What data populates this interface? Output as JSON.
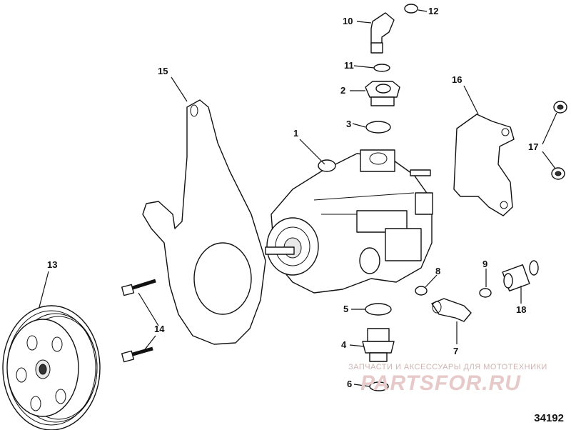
{
  "figure_number": "34192",
  "watermark": {
    "caption": "ЗАПЧАСТИ И АКСЕССУАРЫ ДЛЯ МОТОТЕХНИКИ",
    "logo": "PARTSFOR.RU"
  },
  "callouts": [
    {
      "id": "c1",
      "label": "1"
    },
    {
      "id": "c2",
      "label": "2"
    },
    {
      "id": "c3",
      "label": "3"
    },
    {
      "id": "c4",
      "label": "4"
    },
    {
      "id": "c5",
      "label": "5"
    },
    {
      "id": "c6",
      "label": "6"
    },
    {
      "id": "c7",
      "label": "7"
    },
    {
      "id": "c8",
      "label": "8"
    },
    {
      "id": "c9",
      "label": "9"
    },
    {
      "id": "c10",
      "label": "10"
    },
    {
      "id": "c11",
      "label": "11"
    },
    {
      "id": "c12",
      "label": "12"
    },
    {
      "id": "c13",
      "label": "13"
    },
    {
      "id": "c14",
      "label": "14"
    },
    {
      "id": "c15",
      "label": "15"
    },
    {
      "id": "c16",
      "label": "16"
    },
    {
      "id": "c17",
      "label": "17"
    },
    {
      "id": "c18",
      "label": "18"
    }
  ]
}
